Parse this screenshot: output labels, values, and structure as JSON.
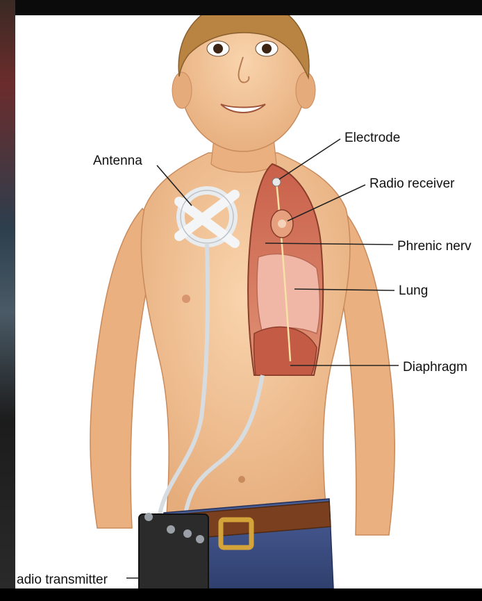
{
  "labels": {
    "antenna": "Antenna",
    "electrode": "Electrode",
    "radio_receiver": "Radio receiver",
    "phrenic_nerve": "Phrenic nerv",
    "lung": "Lung",
    "diaphragm": "Diaphragm",
    "radio_transmitter": "adio transmitter"
  },
  "colors": {
    "skin": "#f4c79a",
    "hair": "#b98442",
    "jeans": "#3c4f86",
    "belt": "#7a3f1e",
    "buckle": "#d4a43a",
    "transmitter": "#2b2b2b",
    "organ": "#d9735a",
    "lung": "#f1b7a6",
    "background": "#ffffff",
    "frame": "#000000"
  }
}
